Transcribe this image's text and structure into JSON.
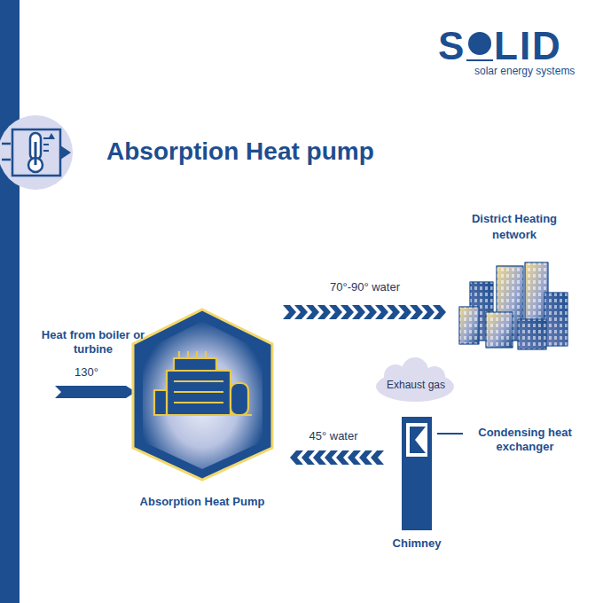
{
  "diagram": {
    "title": "Absorption Heat pump",
    "nodes": [
      {
        "text": [
          "Absorption Heat Pump"
        ]
      },
      {
        "text": [
          "District Heating network"
        ]
      },
      {
        "text": [
          "Exhaust gas"
        ]
      },
      {
        "text": [
          "Chimney"
        ]
      }
    ],
    "edges": [
      {
        "from": 0,
        "to": 1,
        "arrow": "to",
        "label": "70°-90° water"
      },
      {
        "from": 3,
        "to": 0,
        "arrow": "to",
        "label": "45° water"
      }
    ],
    "labels": [
      "S",
      "LID",
      "solar energy systems",
      "Heat from boiler or turbine",
      "130°",
      "Condensing heat exchanger"
    ]
  }
}
